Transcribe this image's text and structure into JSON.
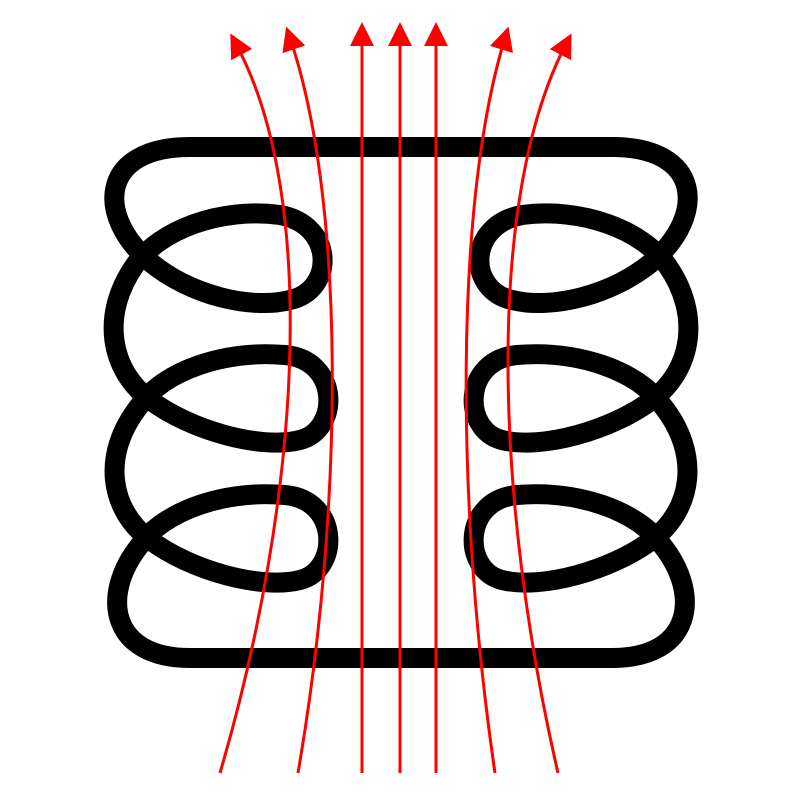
{
  "diagram": {
    "subject": "solenoid-coil-with-magnetic-field-lines",
    "colors": {
      "background": "#ffffff",
      "coil": "#000000",
      "field_lines": "#ff0000"
    },
    "coil": {
      "loops_per_side": 3
    },
    "field_lines": {
      "count": 7,
      "direction": "up"
    }
  }
}
